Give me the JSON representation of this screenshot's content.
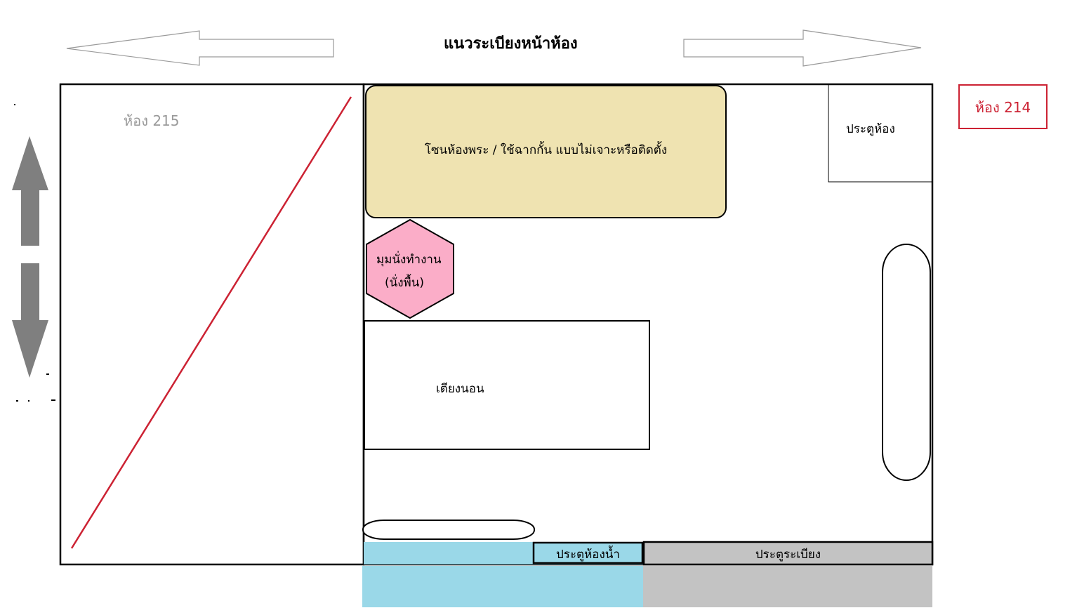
{
  "header": {
    "title": "แนวระเบียงหน้าห้อง"
  },
  "rooms": {
    "room215_label": "ห้อง 215",
    "room214_label": "ห้อง 214"
  },
  "zones": {
    "shrine": "โซนห้องพระ / ใช้ฉากกั้น แบบไม่เจาะหรือติดตั้ง",
    "room_door": "ประตูห้อง",
    "work_corner_line1": "มุมนั่งทำงาน",
    "work_corner_line2": "(นั่งพื้น)",
    "bed": "เตียงนอน",
    "bathroom_door": "ประตูห้องน้ำ",
    "balcony_door": "ประตูระเบียง"
  },
  "colors": {
    "shrine_fill": "#efe3b1",
    "work_corner_fill": "#fbadc8",
    "bathroom_fill": "#9ad8e8",
    "balcony_fill": "#c3c3c3",
    "diagonal_line": "#cc2233",
    "room214_border": "#cc2233",
    "arrow_fill": "#7f7f7f"
  }
}
